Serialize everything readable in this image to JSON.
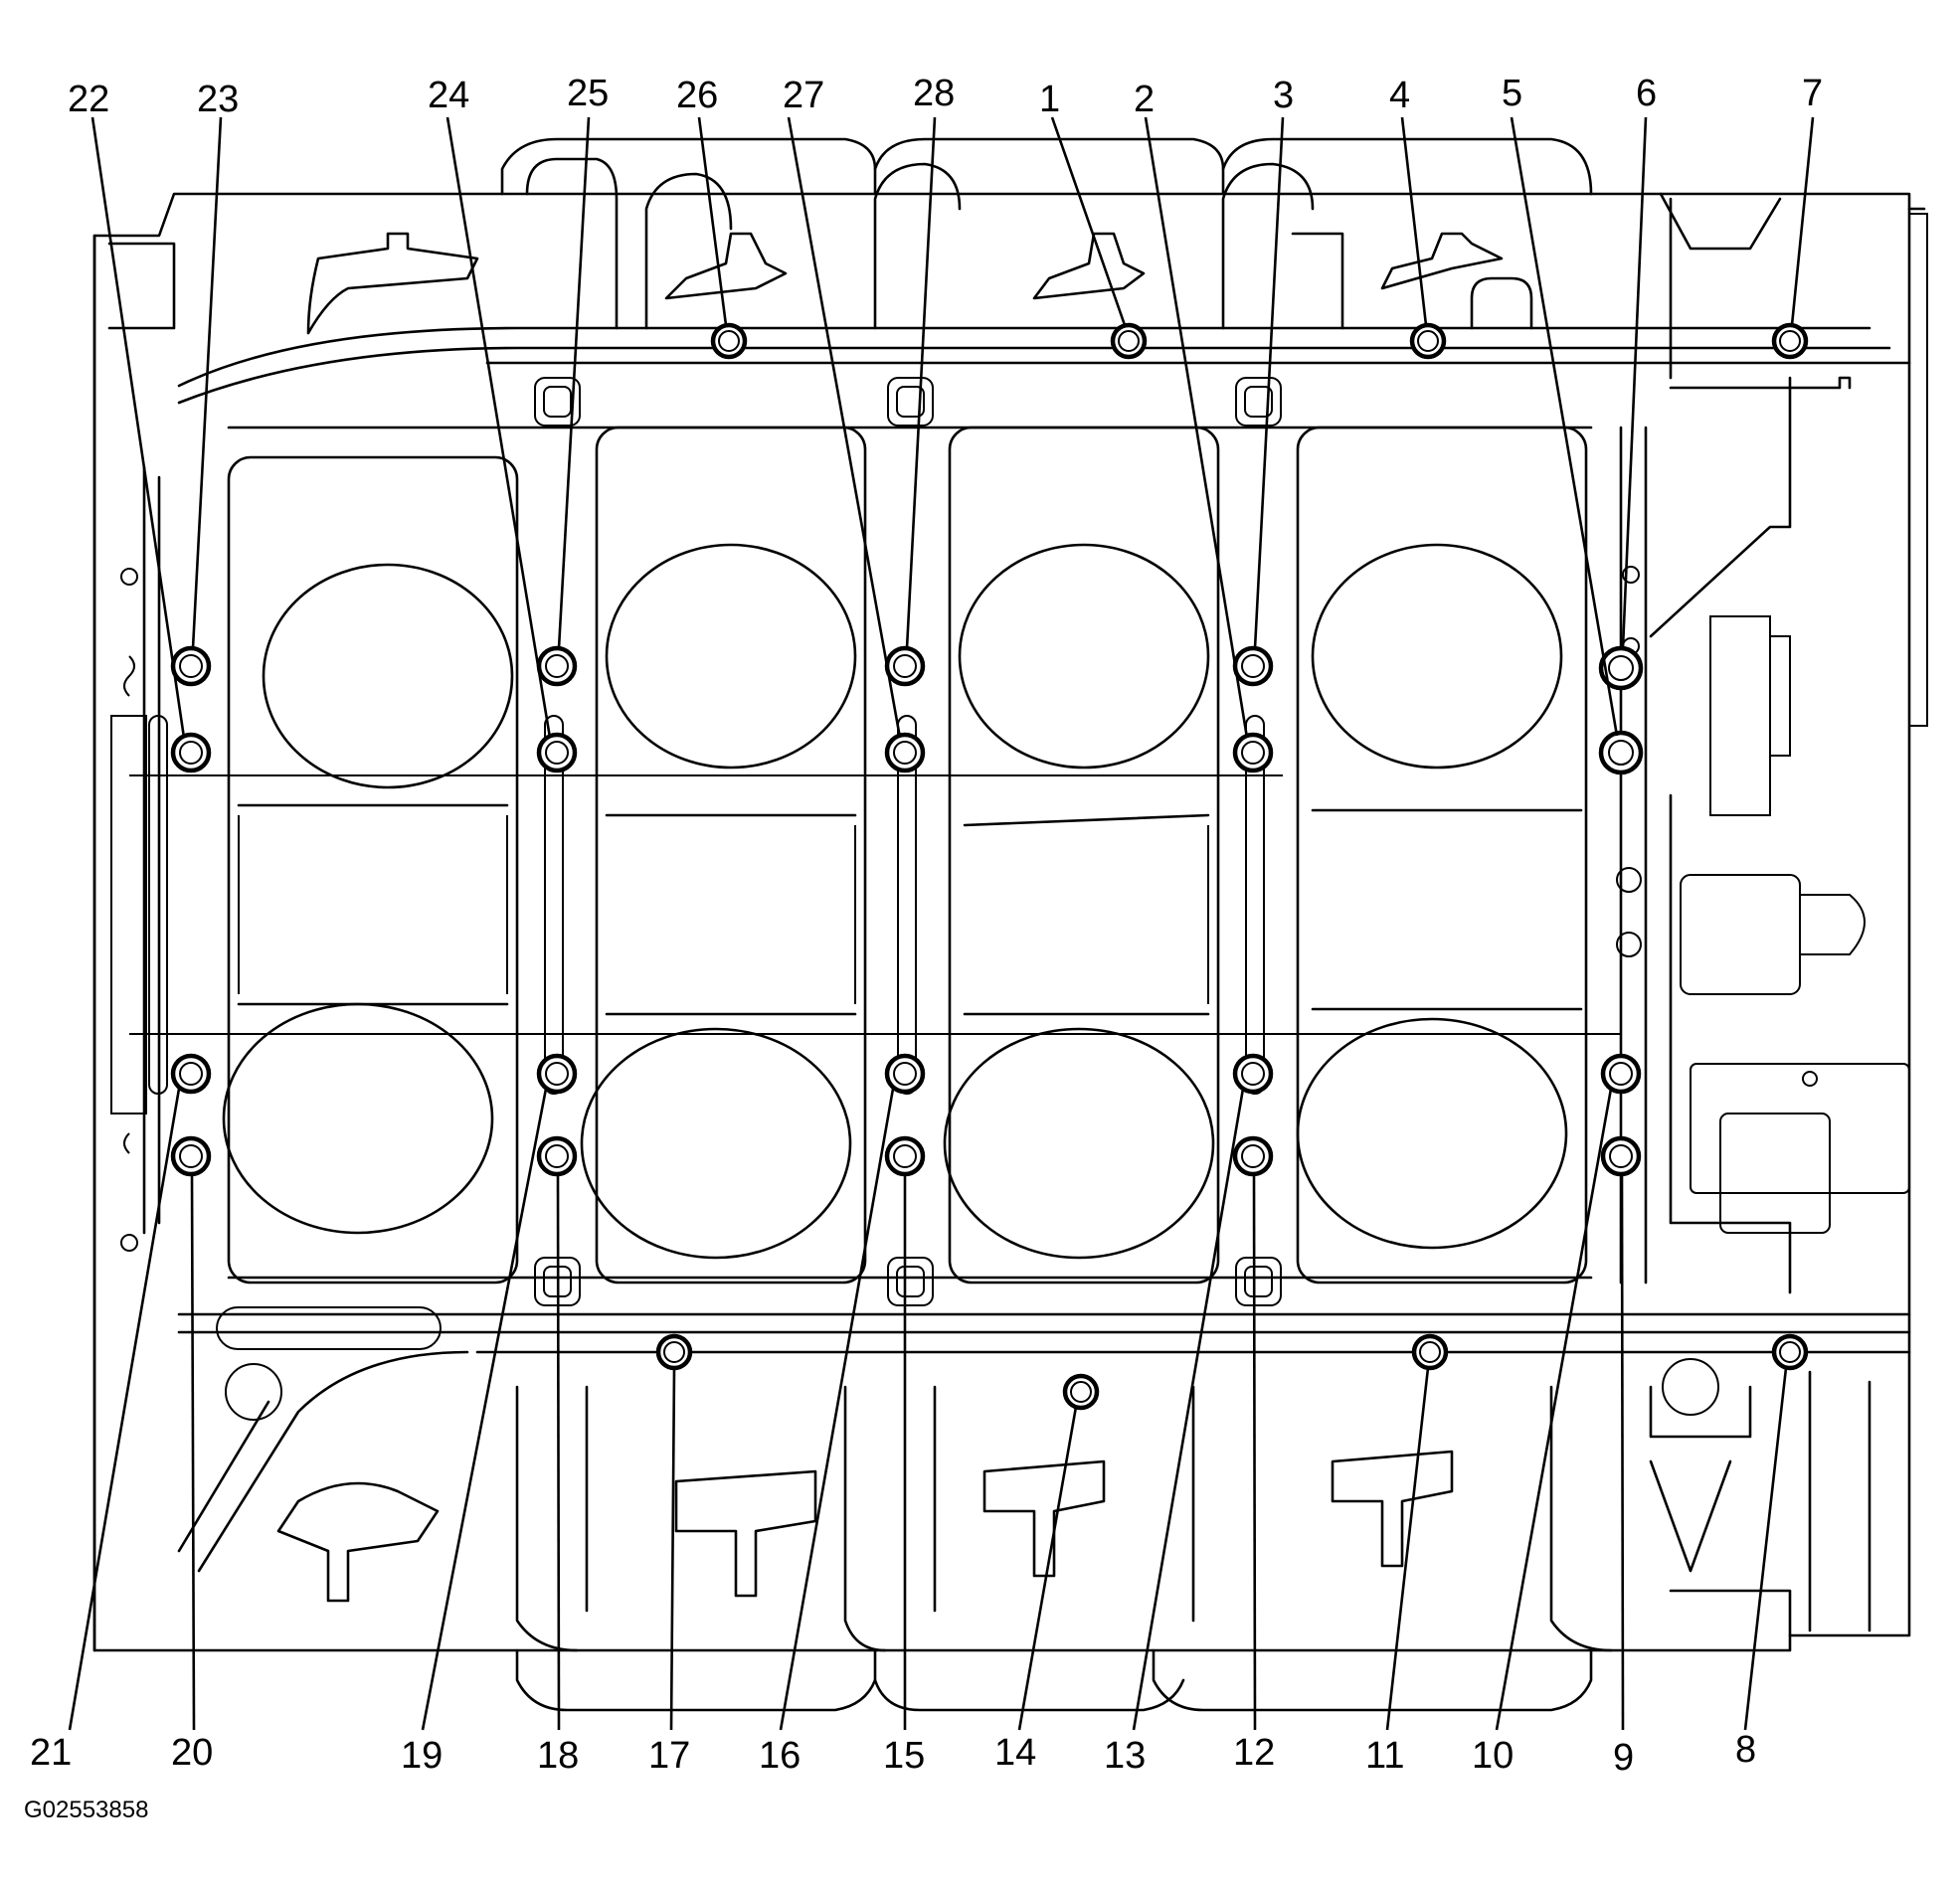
{
  "figure": {
    "id_text": "G02553858",
    "colors": {
      "line": "#000000",
      "background": "#ffffff"
    }
  },
  "callouts": {
    "c1": "1",
    "c2": "2",
    "c3": "3",
    "c4": "4",
    "c5": "5",
    "c6": "6",
    "c7": "7",
    "c8": "8",
    "c9": "9",
    "c10": "10",
    "c11": "11",
    "c12": "12",
    "c13": "13",
    "c14": "14",
    "c15": "15",
    "c16": "16",
    "c17": "17",
    "c18": "18",
    "c19": "19",
    "c20": "20",
    "c21": "21",
    "c22": "22",
    "c23": "23",
    "c24": "24",
    "c25": "25",
    "c26": "26",
    "c27": "27",
    "c28": "28"
  }
}
